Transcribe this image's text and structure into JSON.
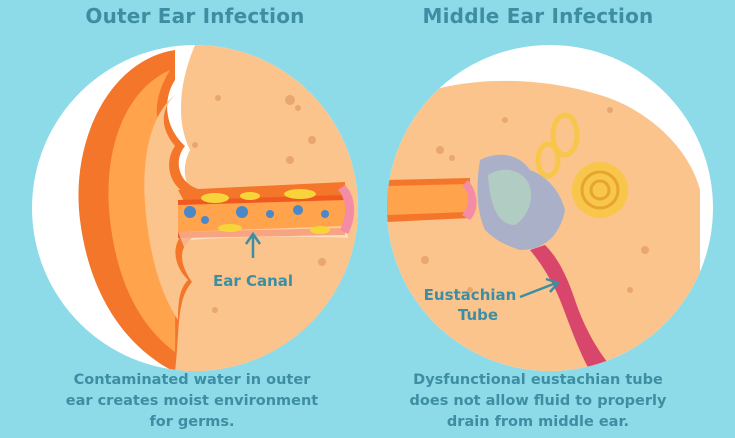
{
  "left_panel": {
    "title": "Outer Ear Infection",
    "label": "Ear Canal",
    "caption_lines": [
      "Contaminated water in outer",
      "ear creates moist environment",
      "for germs."
    ]
  },
  "right_panel": {
    "title": "Middle Ear Infection",
    "label_lines": [
      "Eustachian",
      "Tube"
    ],
    "caption_lines": [
      "Dysfunctional eustachian tube",
      "does not allow fluid to properly",
      "drain from middle ear."
    ]
  },
  "colors": {
    "background": "#8ddbe8",
    "text": "#3e8ea3",
    "skin": "#fbc48c",
    "ear_outer": "#f3762b",
    "ear_inner": "#ffa34d",
    "circle": "#ffffff",
    "eardrum": "#f48ca5",
    "fluid": "#a9b0c8",
    "cochlea": "#f7c64a",
    "tube": "#d9466c"
  }
}
